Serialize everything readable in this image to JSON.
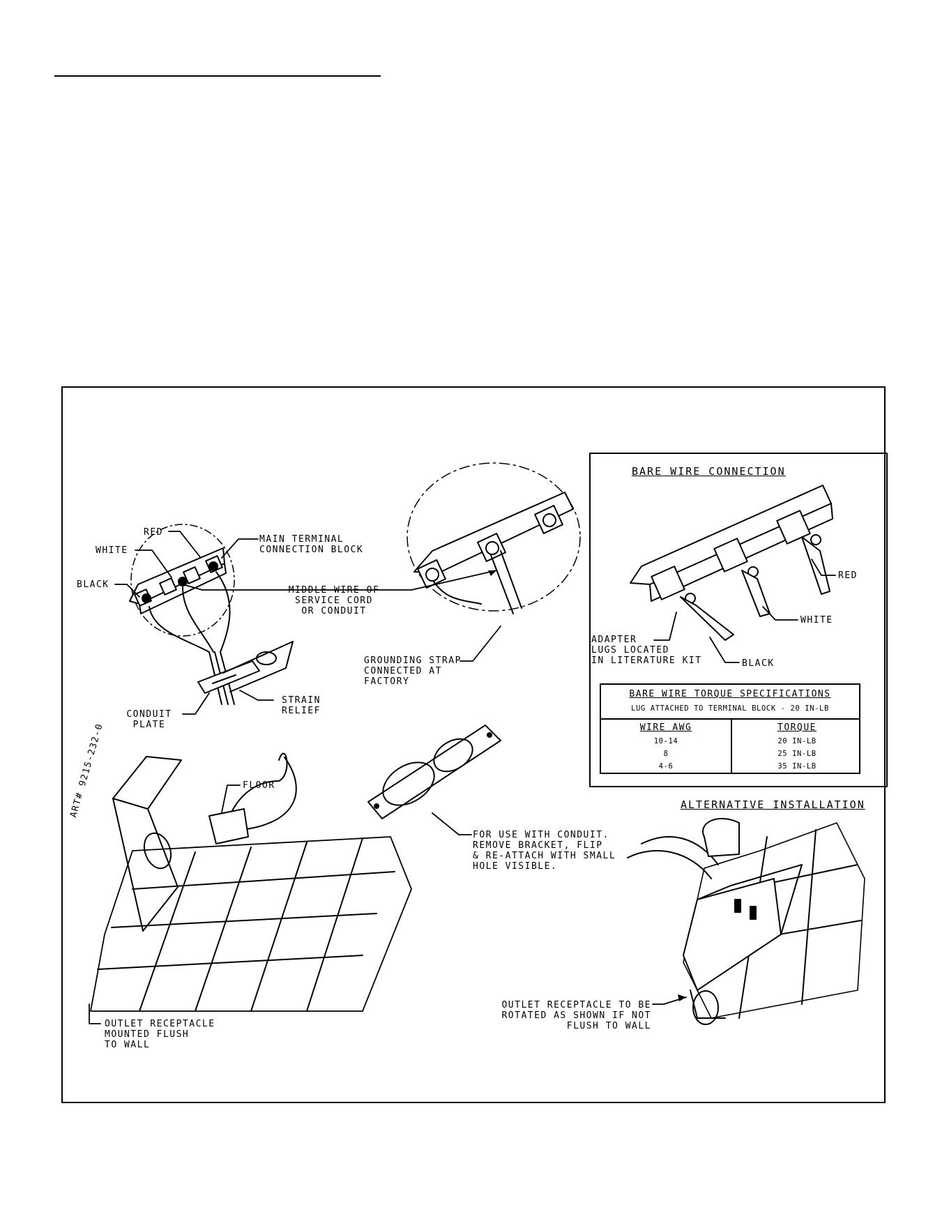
{
  "labels": {
    "red": "RED",
    "white": "WHITE",
    "black": "BLACK",
    "main_terminal": "MAIN TERMINAL\nCONNECTION BLOCK",
    "middle_wire": "MIDDLE WIRE OF\nSERVICE CORD\nOR CONDUIT",
    "grounding_strap": "GROUNDING STRAP\nCONNECTED AT\nFACTORY",
    "strain_relief": "STRAIN\nRELIEF",
    "conduit_plate": "CONDUIT\nPLATE",
    "floor": "FLOOR",
    "art_number": "ART# 9215-232-0",
    "outlet_flush": "OUTLET RECEPTACLE\nMOUNTED FLUSH\nTO WALL",
    "for_conduit": "FOR USE WITH CONDUIT.\nREMOVE BRACKET, FLIP\n& RE-ATTACH WITH SMALL\nHOLE VISIBLE.",
    "alternative": "ALTERNATIVE INSTALLATION",
    "outlet_rotated": "OUTLET RECEPTACLE TO BE\nROTATED AS SHOWN IF NOT\nFLUSH TO WALL"
  },
  "bare_wire": {
    "title": "BARE WIRE CONNECTION",
    "red": "RED",
    "white": "WHITE",
    "black": "BLACK",
    "adapter": "ADAPTER\nLUGS LOCATED\nIN LITERATURE KIT"
  },
  "torque_table": {
    "title": "BARE WIRE TORQUE SPECIFICATIONS",
    "subtitle": "LUG ATTACHED TO TERMINAL BLOCK - 20 IN-LB",
    "headers": [
      "WIRE AWG",
      "TORQUE"
    ],
    "rows": [
      [
        "10-14",
        "20 IN-LB"
      ],
      [
        "8",
        "25 IN-LB"
      ],
      [
        "4-6",
        "35 IN-LB"
      ]
    ]
  }
}
